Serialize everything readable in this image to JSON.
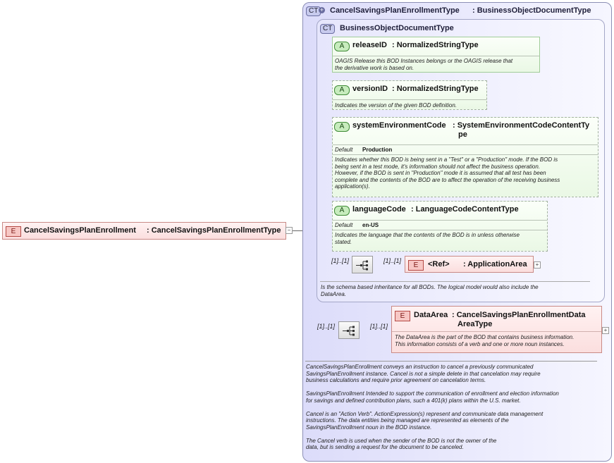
{
  "root_element": {
    "badge": "E",
    "name": "CancelSavingsPlanEnrollment",
    "type": ": CancelSavingsPlanEnrollmentType",
    "collapse_symbol": "−"
  },
  "complex_type": {
    "badge": "CT",
    "name": "CancelSavingsPlanEnrollmentType",
    "base": ": BusinessObjectDocumentType",
    "description": [
      "CancelSavingsPlanEnrollment conveys an instruction to cancel a previously communicated",
      "SavingsPlanEnrollment instance. Cancel is not a simple delete in that cancelation may require",
      "business calculations and require prior agreement on cancelation terms.",
      "",
      "SavingsPlanEnrollment  Intended to support the communication of enrollment and election information",
      "for savings and defined contribution plans, such a 401(k) plans within the U.S. market.",
      "",
      "Cancel is an \"Action Verb\". ActionExpression(s) represent and communicate data management",
      "instructions. The data entities being managed are represented as elements of the",
      "SavingsPlanEnrollment noun in the BOD instance.",
      "",
      "The Cancel verb is used when the sender of the BOD is not the owner of the",
      "data, but is sending a request for the document to be canceled."
    ]
  },
  "base_type": {
    "badge": "CT",
    "name": "BusinessObjectDocumentType",
    "description": [
      "Is the schema based inheritance for all BODs. The logical model would also include the",
      "DataArea."
    ]
  },
  "attributes": [
    {
      "badge": "A",
      "name": "releaseID",
      "type": ": NormalizedStringType",
      "doc": [
        "OAGIS Release this BOD Instances belongs or the OAGIS release that",
        "the derivative work is based on."
      ]
    },
    {
      "badge": "A",
      "name": "versionID",
      "type": ": NormalizedStringType",
      "doc": [
        "Indicates the version of the given BOD definition."
      ]
    },
    {
      "badge": "A",
      "name": "systemEnvironmentCode",
      "type_line1": ": SystemEnvironmentCodeContentTy",
      "type_line2": "pe",
      "default_label": "Default",
      "default_value": "Production",
      "doc": [
        "Indicates whether this BOD is being sent in a \"Test\" or a \"Production\" mode. If the BOD is",
        "being sent in a test mode, it's information should not affect the business operation.",
        "However, if the BOD is sent in \"Production\" mode it is assumed that all test has been",
        "complete and the contents of the BOD are to affect the operation of the receiving business",
        "application(s)."
      ]
    },
    {
      "badge": "A",
      "name": "languageCode",
      "type": ": LanguageCodeContentType",
      "default_label": "Default",
      "default_value": "en-US",
      "doc": [
        "Indicates the language that the contents of the BOD is in unless otherwise",
        "stated."
      ]
    }
  ],
  "inner_sequence": {
    "card_in": "[1]..[1]",
    "card_out": "[1]..[1]",
    "ref_element": {
      "badge": "E",
      "name": "<Ref>",
      "type": ": ApplicationArea",
      "expand_symbol": "+"
    }
  },
  "outer_sequence": {
    "card_in": "[1]..[1]",
    "card_out": "[1]..[1]",
    "data_area": {
      "badge": "E",
      "name": "DataArea",
      "type_line1": ": CancelSavingsPlanEnrollmentData",
      "type_line2": "AreaType",
      "expand_symbol": "+",
      "doc": [
        "The DataArea is the part of the BOD that contains business information.",
        "This information consists of a verb and one or more noun instances."
      ]
    }
  },
  "colors": {
    "element_fill": "#fbdede",
    "element_border": "#c98a86",
    "attribute_fill": "#eaf8e5",
    "attribute_border": "#a0cc98",
    "complex_type_fill": "#dcdcfa",
    "complex_type_border": "#8c8fb5"
  }
}
